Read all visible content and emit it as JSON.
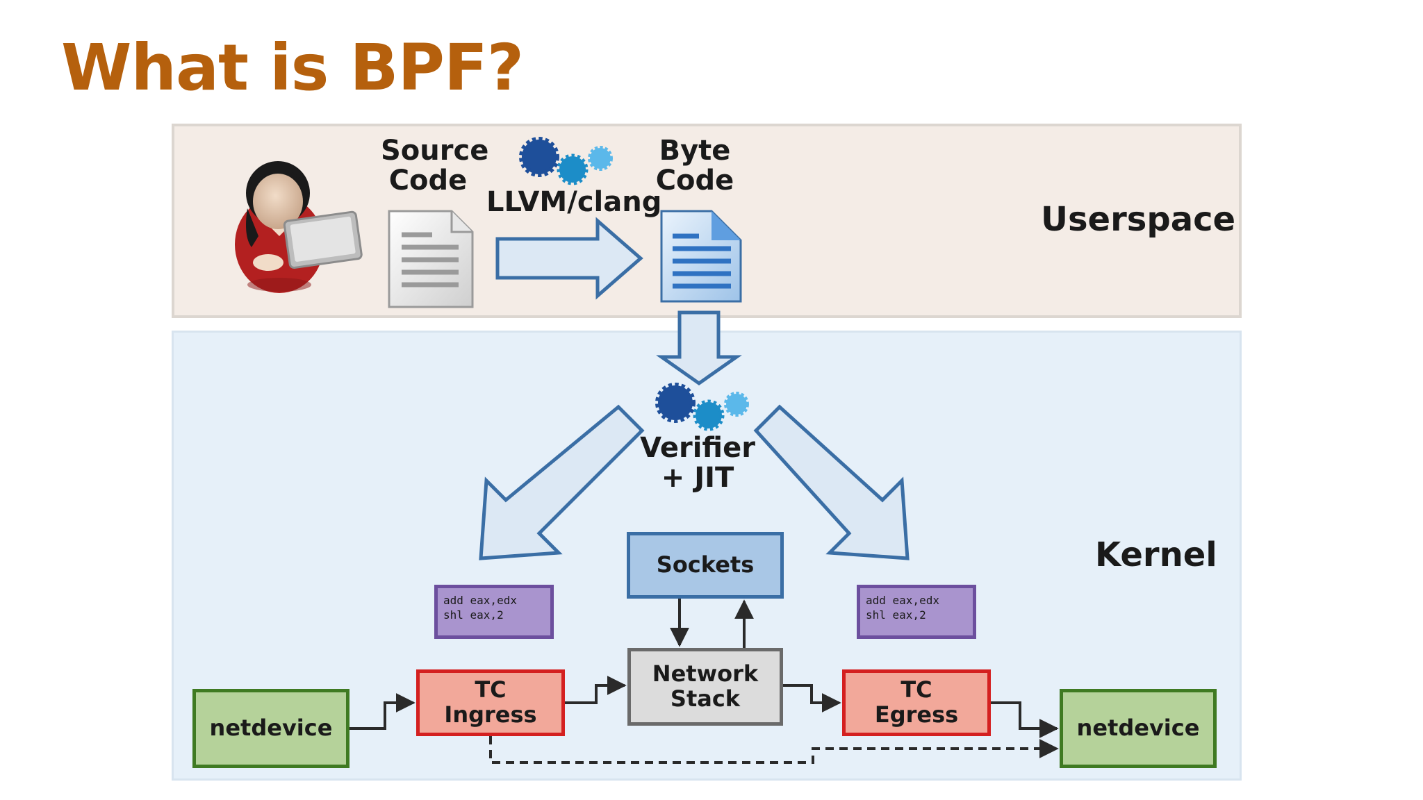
{
  "title": "What is BPF?",
  "regions": {
    "userspace": "Userspace",
    "kernel": "Kernel"
  },
  "labels": {
    "source_code": "Source\nCode",
    "llvm": "LLVM/clang",
    "byte_code": "Byte\nCode",
    "verifier": "Verifier\n+ JIT"
  },
  "boxes": {
    "sockets": "Sockets",
    "network_stack": "Network\nStack",
    "tc_ingress": "TC\nIngress",
    "tc_egress": "TC\nEgress",
    "netdevice_left": "netdevice",
    "netdevice_right": "netdevice"
  },
  "asm_left": "add eax,edx\nshl eax,2",
  "asm_right": "add eax,edx\nshl eax,2",
  "icons": [
    "user-with-laptop-icon",
    "source-document-icon",
    "bytecode-document-icon",
    "gears-icon"
  ],
  "colors": {
    "title": "#b5600d",
    "userspace_bg": "#f4ece6",
    "kernel_bg": "#e6f0f9",
    "arrow_fill": "#dce8f4",
    "arrow_stroke": "#3a6ea5",
    "tc_border": "#d42020",
    "netdevice_border": "#3f7a22",
    "asm_bg": "#a994ce"
  }
}
